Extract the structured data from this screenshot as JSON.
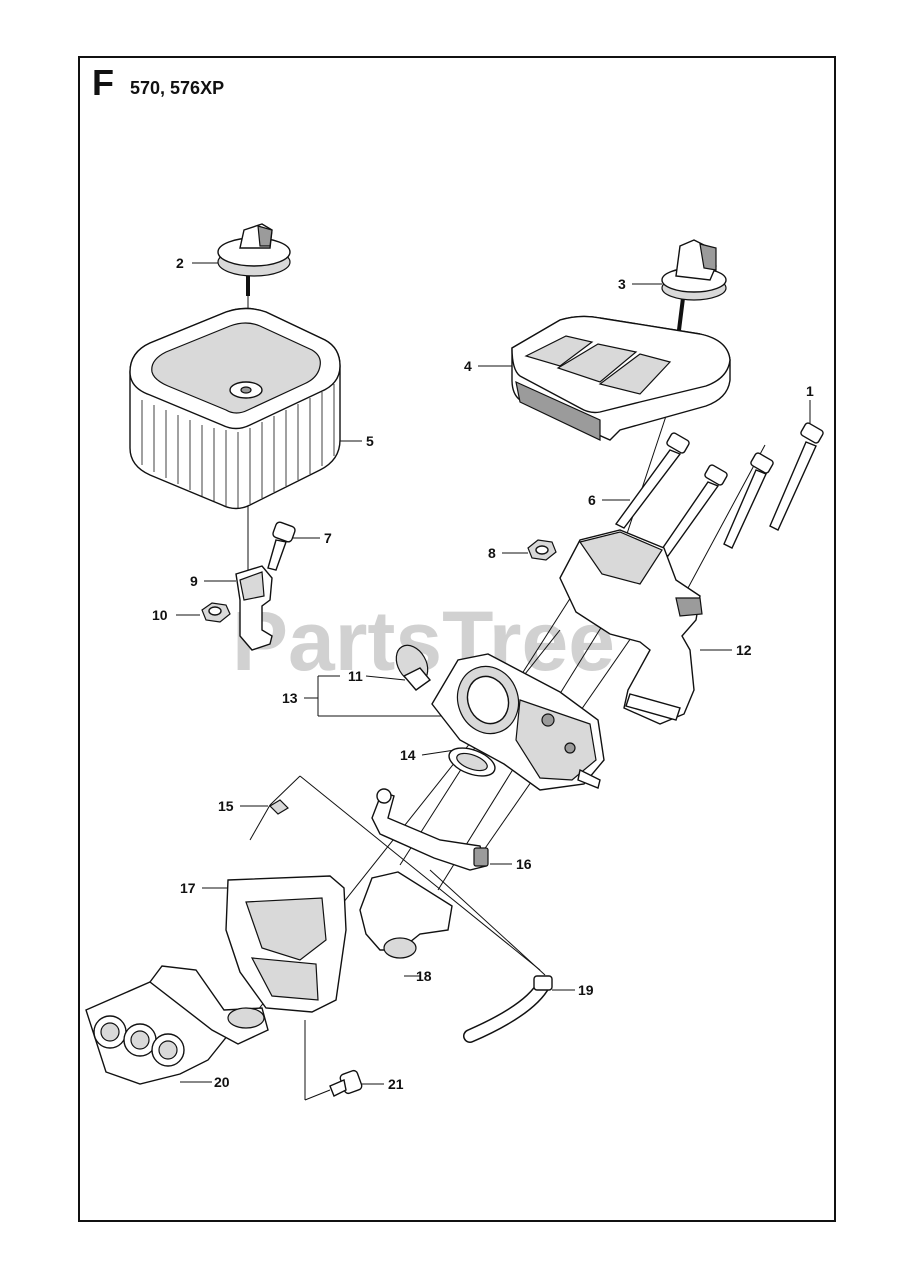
{
  "header": {
    "section": "F",
    "models": "570, 576XP"
  },
  "watermark": "PartsTree",
  "callouts": [
    "1",
    "2",
    "3",
    "4",
    "5",
    "6",
    "7",
    "8",
    "9",
    "10",
    "11",
    "12",
    "13",
    "14",
    "15",
    "16",
    "17",
    "18",
    "19",
    "20",
    "21"
  ]
}
